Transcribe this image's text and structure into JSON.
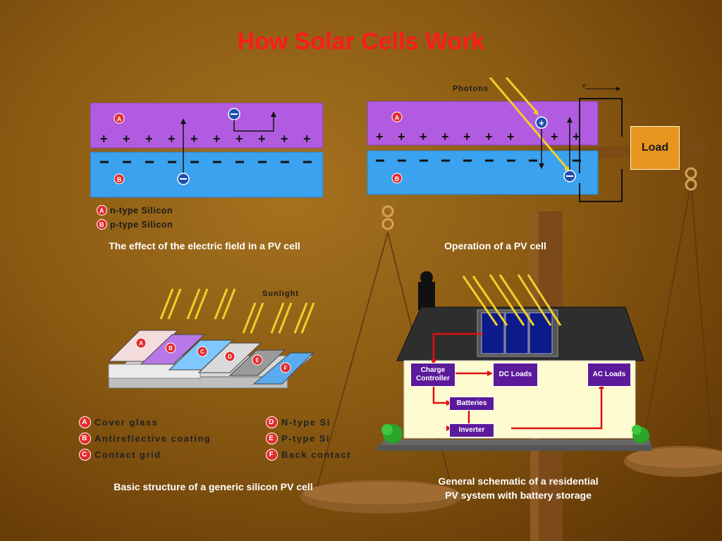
{
  "title": "How Solar Cells Work",
  "panel1": {
    "caption": "The effect of the electric field in a PV cell",
    "legend": [
      {
        "badge": "A",
        "label": "n-type Silicon"
      },
      {
        "badge": "B",
        "label": "p-type Silicon"
      }
    ],
    "badge_a": "A",
    "badge_b": "B"
  },
  "panel2": {
    "caption": "Operation of a PV cell",
    "photons_label": "Photons",
    "electron_label": "e⁻",
    "load_label": "Load",
    "badge_a": "A",
    "badge_b": "B"
  },
  "panel3": {
    "caption": "Basic structure of a generic silicon PV cell",
    "sunlight_label": "Sunlight",
    "layer_badges": [
      "A",
      "B",
      "C",
      "D",
      "E",
      "F"
    ],
    "legend": [
      {
        "badge": "A",
        "label": "Cover glass"
      },
      {
        "badge": "B",
        "label": "Antireflective coating"
      },
      {
        "badge": "C",
        "label": "Contact grid"
      },
      {
        "badge": "D",
        "label": "N-type Si"
      },
      {
        "badge": "E",
        "label": "P-type Si"
      },
      {
        "badge": "F",
        "label": "Back contact"
      }
    ]
  },
  "panel4": {
    "caption": "General schematic of a residential PV system with battery storage",
    "charge_controller": "Charge Controller",
    "dc_loads": "DC Loads",
    "ac_loads": "AC Loads",
    "batteries": "Batteries",
    "inverter": "Inverter"
  },
  "colors": {
    "title": "#ff1a1a",
    "n_type": "#b15ce0",
    "p_type": "#3aa2ee",
    "arrow": "#f0d02a",
    "box": "#5b1a9a",
    "wire": "#e01010"
  }
}
